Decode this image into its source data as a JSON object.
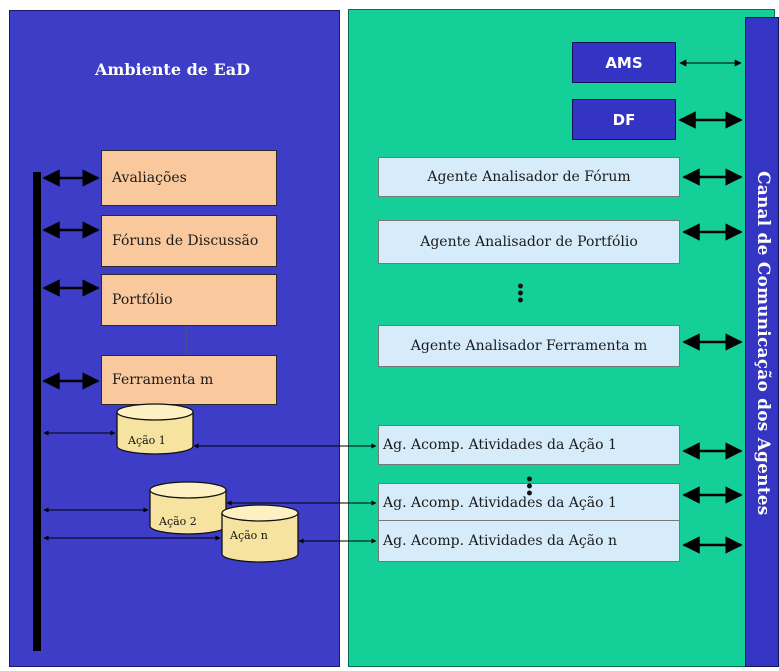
{
  "left_panel": {
    "title": "Ambiente de EaD"
  },
  "tools": [
    "Avaliações",
    "Fóruns de Discussão",
    "Portfólio",
    "Ferramenta m"
  ],
  "actions": [
    "Ação 1",
    "Ação 2",
    "Ação n"
  ],
  "right_panel": {
    "ams": "AMS",
    "df": "DF",
    "analyzers": [
      "Agente Analisador de Fórum",
      "Agente Analisador de Portfólio",
      "Agente Analisador Ferramenta m"
    ],
    "trackers": [
      "Ag. Acomp. Atividades da Ação 1",
      "Ag. Acomp. Atividades da Ação 1",
      "Ag. Acomp. Atividades da Ação n"
    ]
  },
  "channel": {
    "label": "Canal de Comunicação dos Agentes"
  },
  "colors": {
    "left_panel": "#3d3dc8",
    "right_panel": "#15cf98",
    "channel": "#3535c4",
    "tool_box": "#f9c89c",
    "agent_box": "#d6ecfb"
  }
}
